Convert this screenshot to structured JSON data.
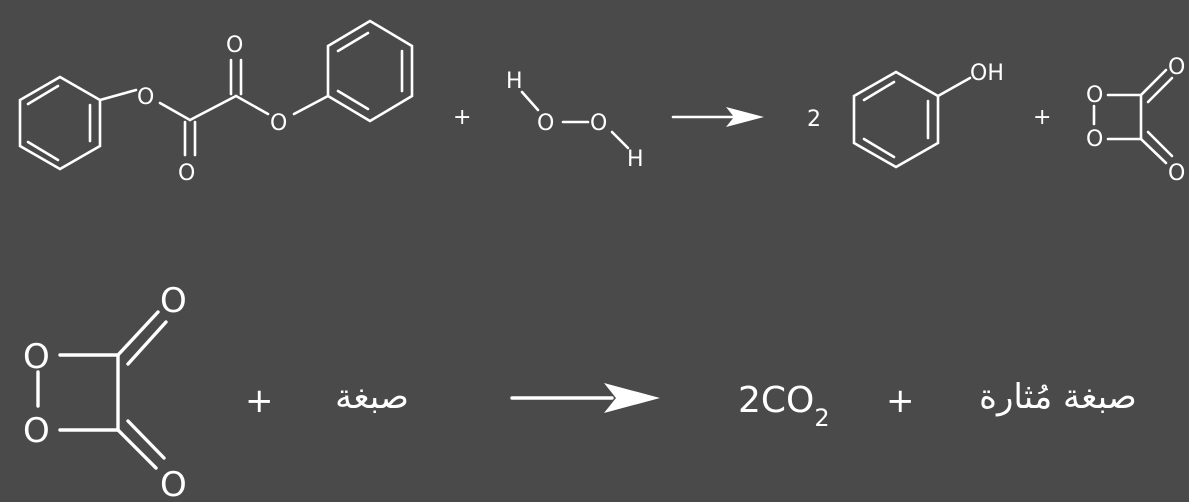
{
  "colors": {
    "background": "#4a4a4a",
    "foreground": "#ffffff"
  },
  "reaction1": {
    "plus_1": "+",
    "plus_2": "+",
    "coefficient": "2",
    "atoms": {
      "oxygen": "O",
      "hydrogen": "H",
      "hydroxyl": "OH"
    }
  },
  "reaction2": {
    "plus_1": "+",
    "plus_2": "+",
    "reactant_dye": "صبغة",
    "product_co2_main": "2CO",
    "product_co2_subscript": "2",
    "product_excited_dye": "صبغة مُثارة",
    "atoms": {
      "oxygen": "O"
    }
  }
}
